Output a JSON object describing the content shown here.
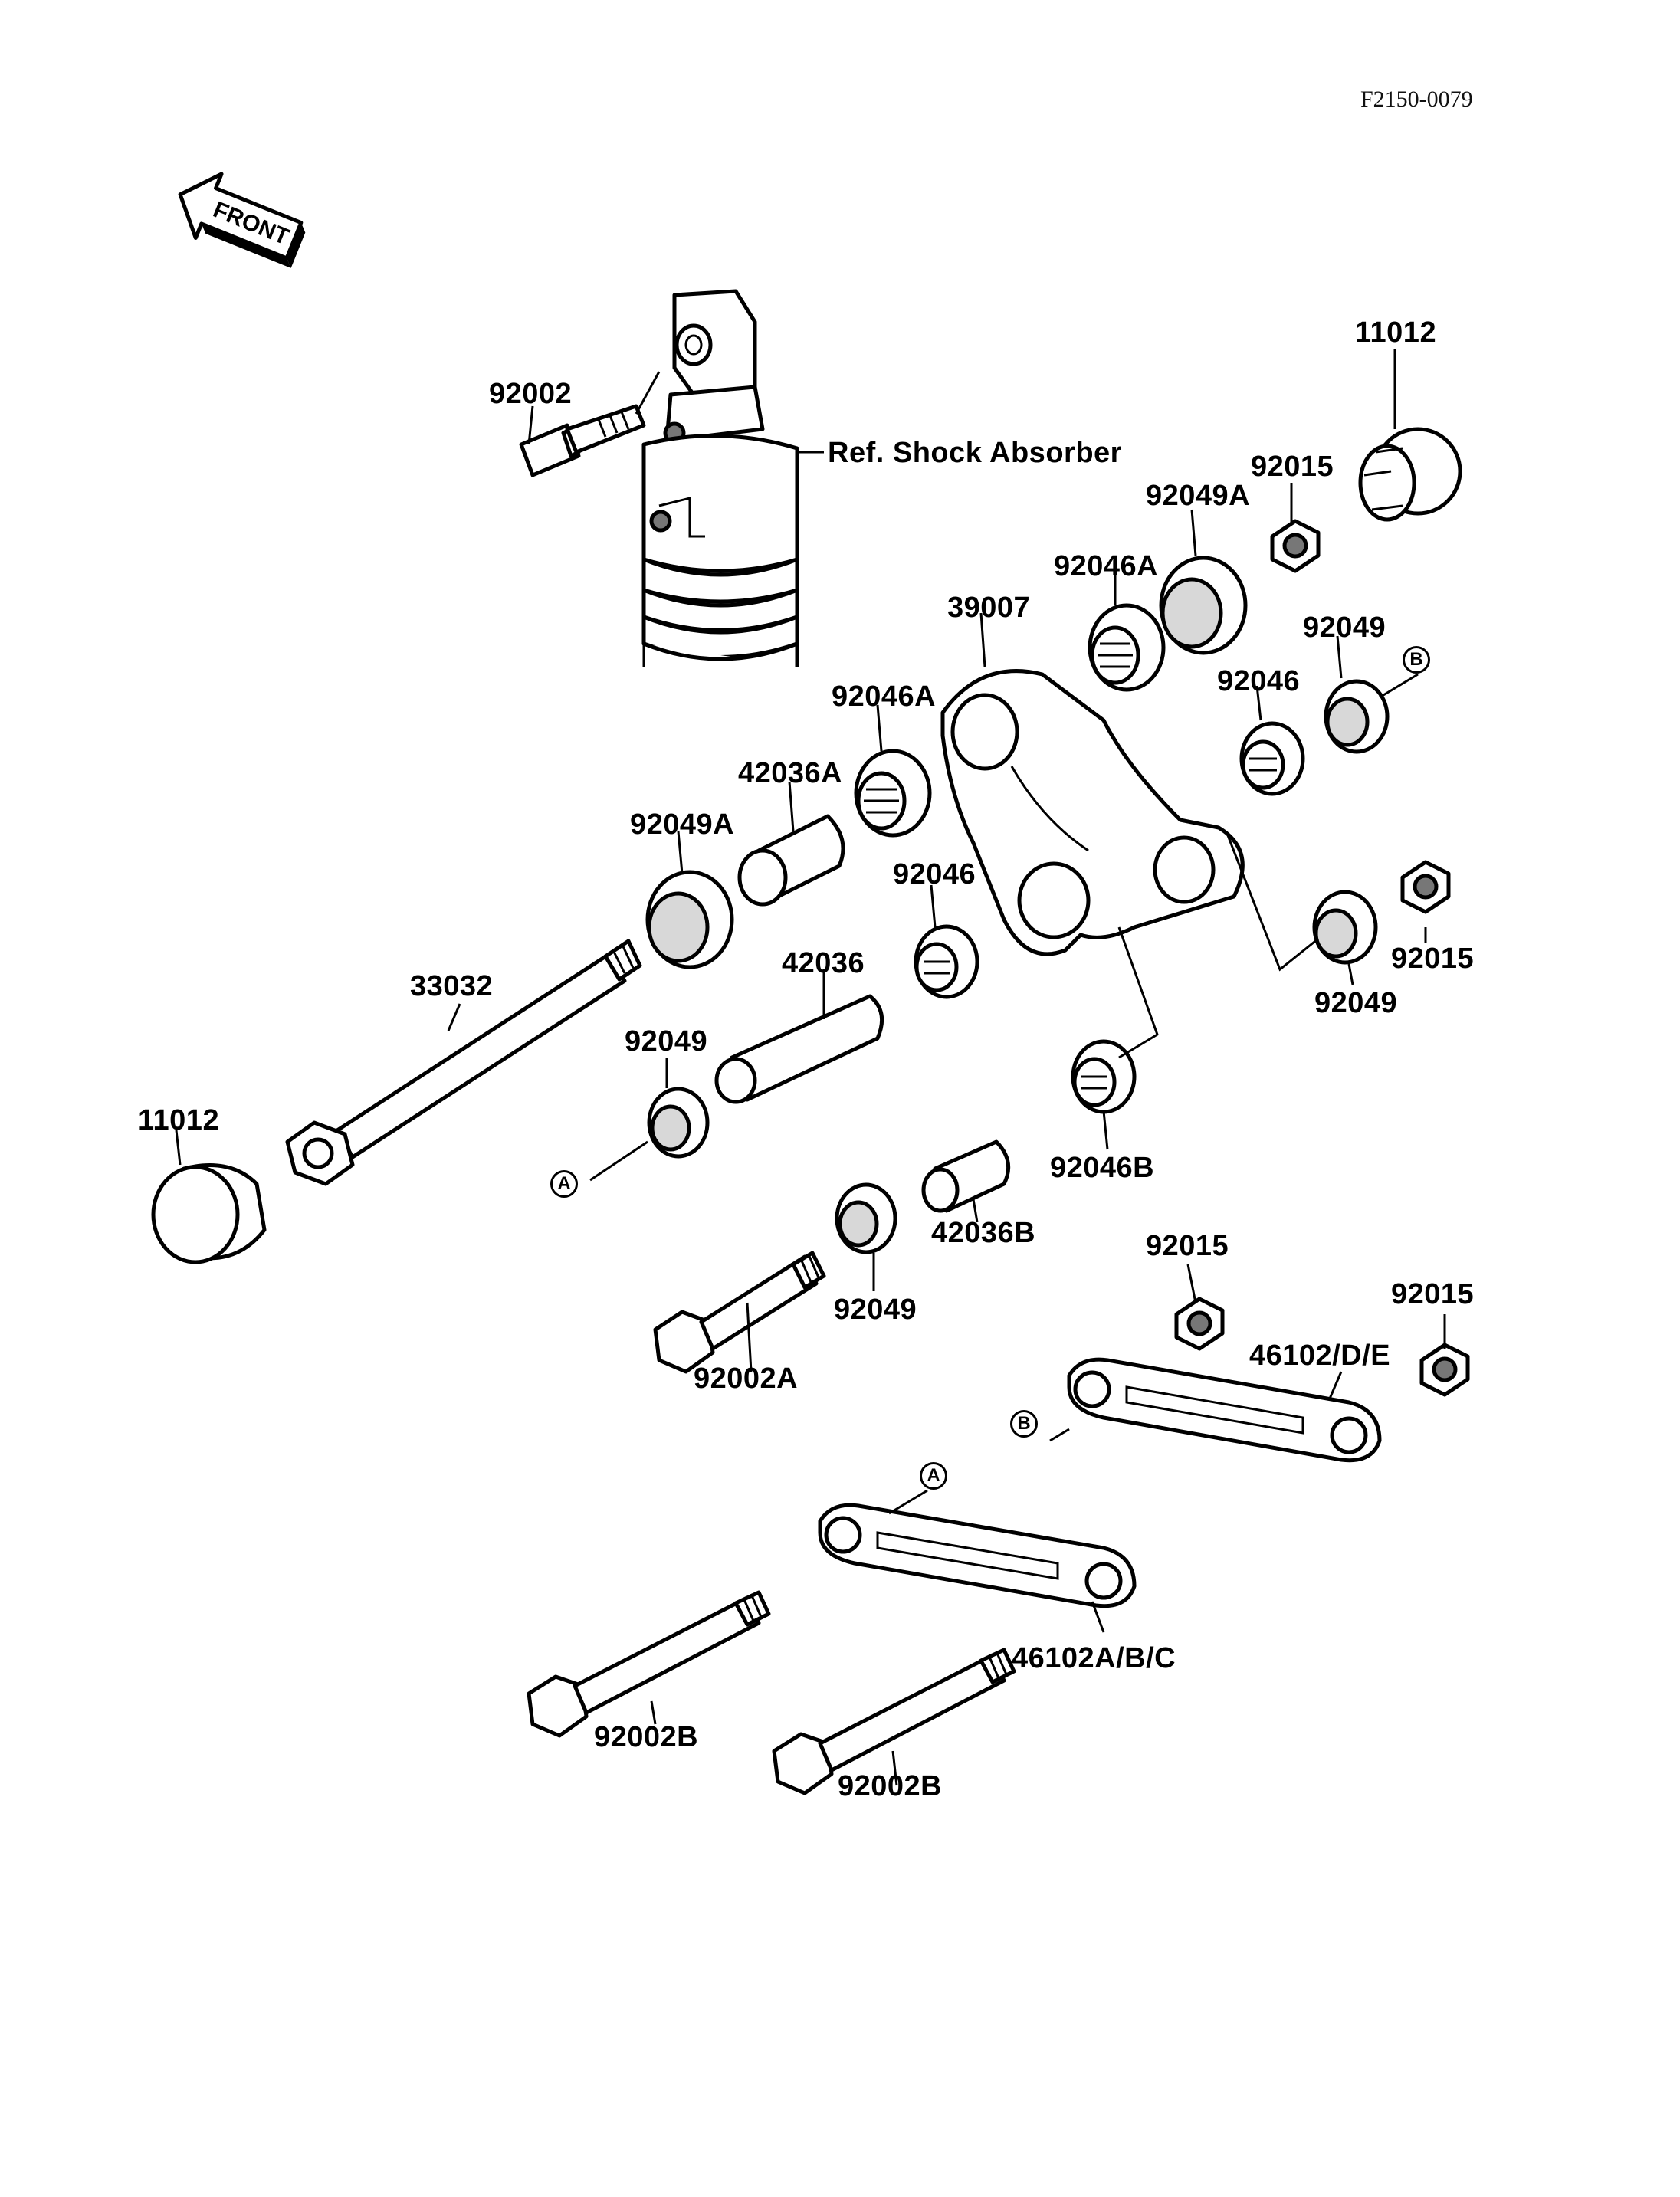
{
  "reference_id": "F2150-0079",
  "front_arrow": {
    "label": "FRONT"
  },
  "labels": {
    "p92002": "92002",
    "ref_shock": "Ref. Shock Absorber",
    "p11012_top": "11012",
    "p92015_top": "92015",
    "p92049A_top": "92049A",
    "p92046A_top": "92046A",
    "p39007": "39007",
    "p92049_top": "92049",
    "p92046_right": "92046",
    "p92046A_mid": "92046A",
    "p42036A": "42036A",
    "p92049A_left": "92049A",
    "p92046_mid": "92046",
    "p42036": "42036",
    "p33032": "33032",
    "p92049_left": "92049",
    "p11012_left": "11012",
    "p92015_mid": "92015",
    "p92049_mid": "92049",
    "p92046B": "92046B",
    "p42036B": "42036B",
    "p92049_low": "92049",
    "p92002A": "92002A",
    "p92015_low1": "92015",
    "p92015_low2": "92015",
    "p46102DE": "46102/D/E",
    "p46102ABC": "46102A/B/C",
    "p92002B_1": "92002B",
    "p92002B_2": "92002B"
  },
  "markers": {
    "a1": "A",
    "a2": "A",
    "b1": "B",
    "b2": "B"
  }
}
